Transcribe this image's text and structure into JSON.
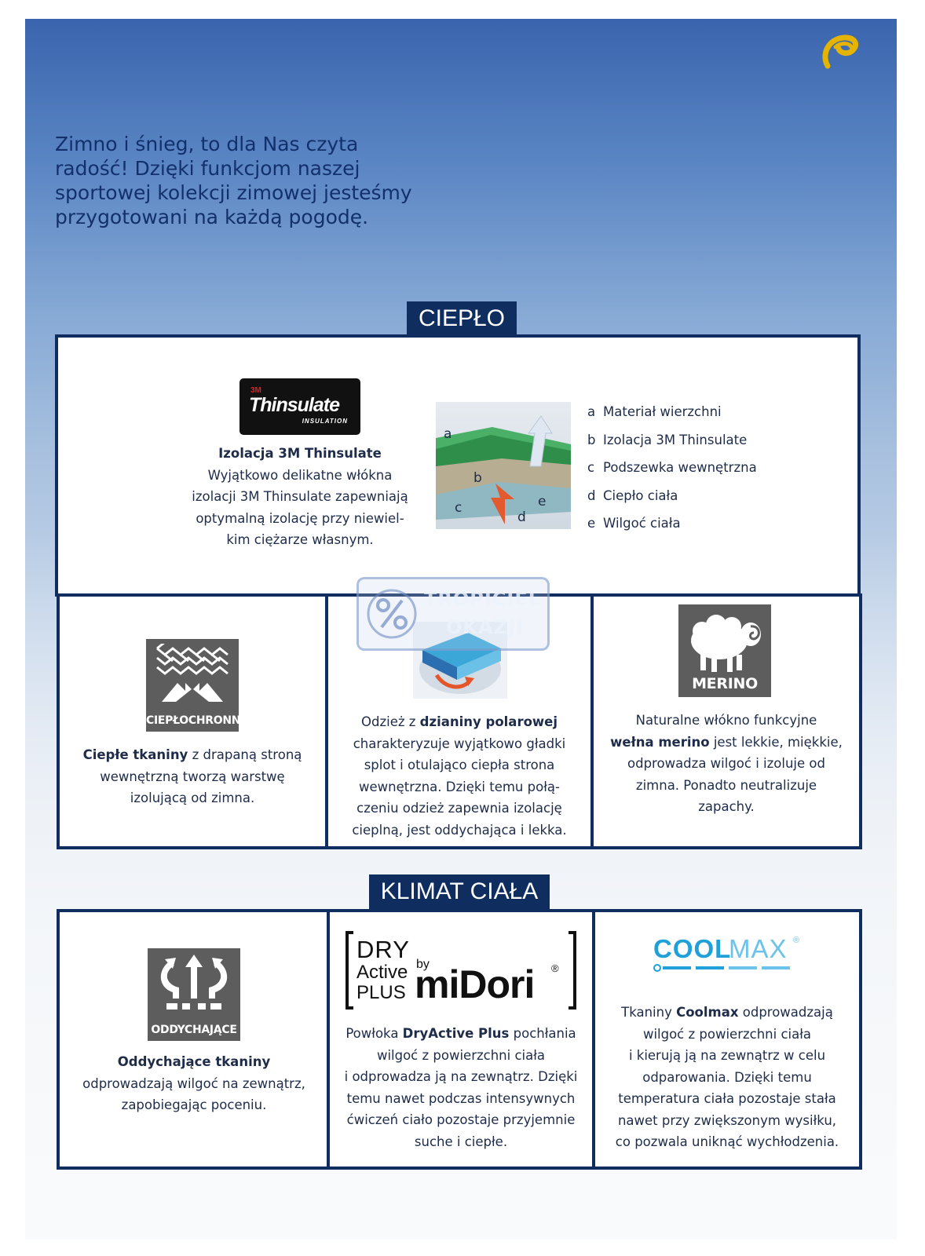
{
  "intro": {
    "lines": [
      "Zimno i śnieg, to dla Nas czyta",
      "radość! Dzięki funkcjom naszej",
      "sportowej kolekcji zimowej jesteśmy",
      "przygotowani na każdą pogodę."
    ]
  },
  "sections": {
    "warmth_title": "CIEPŁO",
    "climate_title": "KLIMAT CIAŁA"
  },
  "thinsulate": {
    "logo_brand": "3M",
    "logo_name": "Thinsulate",
    "logo_sub": "INSULATION",
    "heading": "Izolacja 3M Thinsulate",
    "lines": [
      "Wyjątkowo delikatne włókna",
      "izolacji 3M Thinsulate zapewniają",
      "optymalną izolację przy niewiel-",
      "kim ciężarze własnym."
    ],
    "diagram_labels": [
      "a",
      "b",
      "c",
      "d",
      "e"
    ],
    "legend": [
      {
        "key": "a",
        "text": "Materiał wierzchni"
      },
      {
        "key": "b",
        "text": "Izolacja 3M Thinsulate"
      },
      {
        "key": "c",
        "text": "Podszewka wewnętrzna"
      },
      {
        "key": "d",
        "text": "Ciepło ciała"
      },
      {
        "key": "e",
        "text": "Wilgoć ciała"
      }
    ]
  },
  "warm_fabrics": {
    "badge": "CIEPŁOCHRONNE",
    "lead": "Ciepłe tkaniny",
    "line1_rest": " z drapaną stroną",
    "lines": [
      "wewnętrzną tworzą warstwę",
      "izolującą od zimna."
    ]
  },
  "fleece": {
    "line1_pre": "Odzież z ",
    "line1_bold": "dzianiny polarowej",
    "lines": [
      "charakteryzuje wyjątkowo gładki",
      "splot i otulająco ciepła strona",
      "wewnętrzna. Dzięki temu połą-",
      "czeniu odzież zapewnia izolację",
      "cieplną, jest oddychająca i lekka."
    ]
  },
  "merino": {
    "badge": "MERINO",
    "line1": "Naturalne włókno funkcyjne",
    "line2_bold": "wełna merino",
    "line2_rest": " jest lekkie, miękkie,",
    "lines": [
      "odprowadza wilgoć i izoluje od",
      "zimna. Ponadto neutralizuje",
      "zapachy."
    ]
  },
  "breathable": {
    "badge": "ODDYCHAJĄCE",
    "heading": "Oddychające tkaniny",
    "lines": [
      "odprowadzają wilgoć na zewnątrz,",
      "zapobiegając poceniu."
    ]
  },
  "dryactive": {
    "logo_dry": "DRY",
    "logo_active": "Active",
    "logo_plus": "PLUS",
    "logo_by": "by",
    "logo_brand": "miDori",
    "logo_reg": "®",
    "line1_pre": "Powłoka ",
    "line1_bold": "DryActive Plus",
    "line1_rest": " pochłania",
    "lines": [
      "wilgoć z powierzchni ciała",
      "i odprowadza ją na zewnątrz. Dzięki",
      "temu nawet podczas intensywnych",
      "ćwiczeń ciało pozostaje przyjemnie",
      "suche i ciepłe."
    ]
  },
  "coolmax": {
    "logo_cool": "COOL",
    "logo_max": "MAX",
    "logo_reg": "®",
    "line1_pre": "Tkaniny ",
    "line1_bold": "Coolmax",
    "line1_rest": " odprowadzają",
    "lines": [
      "wilgoć z powierzchni ciała",
      "i kierują ją na zewnątrz w celu",
      "odparowania. Dzięki temu",
      "temperatura ciała pozostaje stała",
      "nawet przy zwiększonym wysiłku,",
      "co pozwala uniknąć wychłodzenia."
    ]
  },
  "watermark": {
    "line1": "TROPICIEL",
    "line2": "OKAZJI"
  },
  "colors": {
    "navy": "#0f2d5e",
    "sky_top": "#3a64ad",
    "badge_grey": "#5d5d5d",
    "coolmax_blue": "#1fa0d8",
    "tchibo_gold": "#e5b400"
  }
}
